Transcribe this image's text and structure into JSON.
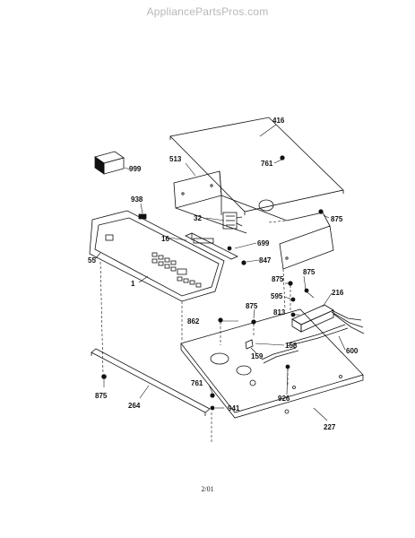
{
  "watermark": "AppliancePartsPros.com",
  "footer_date": "2/01",
  "parts": {
    "p416": "416",
    "p513": "513",
    "p761a": "761",
    "p999": "999",
    "p938": "938",
    "p32": "32",
    "p16": "16",
    "p699": "699",
    "p875a": "875",
    "p55": "55",
    "p847": "847",
    "p875b": "875",
    "p1": "1",
    "p595": "595",
    "p216": "216",
    "p875c": "875",
    "p813": "813",
    "p862": "862",
    "p158": "158",
    "p159": "159",
    "p600": "600",
    "p875d": "875",
    "p761b": "761",
    "p264": "264",
    "p941": "941",
    "p926": "926",
    "p227": "227"
  }
}
